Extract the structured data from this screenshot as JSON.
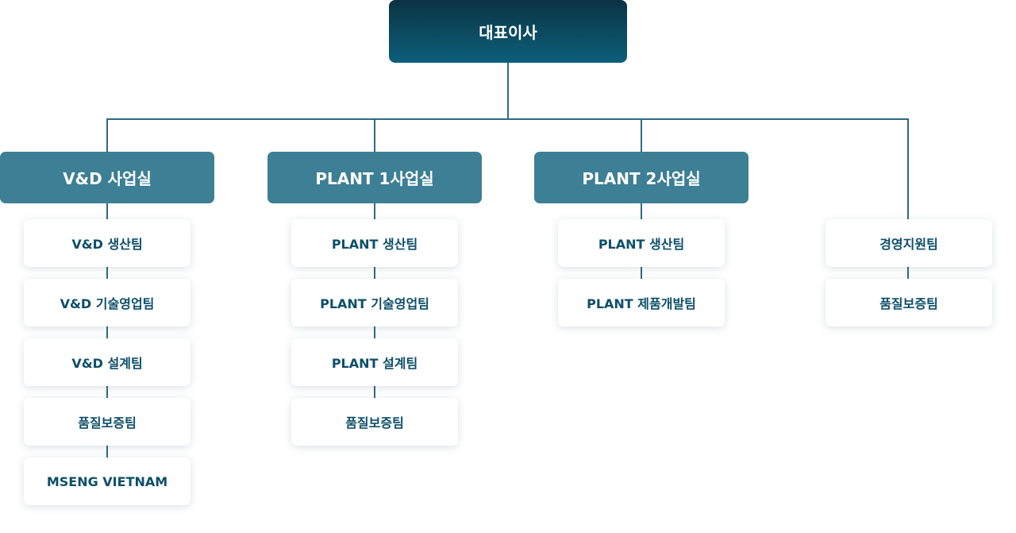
{
  "ceo": {
    "label": "대표이사"
  },
  "divisions": [
    {
      "label": "V&D 사업실",
      "teams": [
        "V&D 생산팀",
        "V&D 기술영업팀",
        "V&D 설계팀",
        "품질보증팀",
        "MSENG VIETNAM"
      ]
    },
    {
      "label": "PLANT 1사업실",
      "teams": [
        "PLANT 생산팀",
        "PLANT 기술영업팀",
        "PLANT 설계팀",
        "품질보증팀"
      ]
    },
    {
      "label": "PLANT 2사업실",
      "teams": [
        "PLANT 생산팀",
        "PLANT 제품개발팀"
      ]
    }
  ],
  "support": {
    "teams": [
      "경영지원팀",
      "품질보증팀"
    ]
  },
  "colors": {
    "ceo_top": "#0b3343",
    "ceo_bottom": "#0c5f7b",
    "division": "#3d7f94",
    "connector": "#2f6c80",
    "team_text": "#0d4f69"
  }
}
